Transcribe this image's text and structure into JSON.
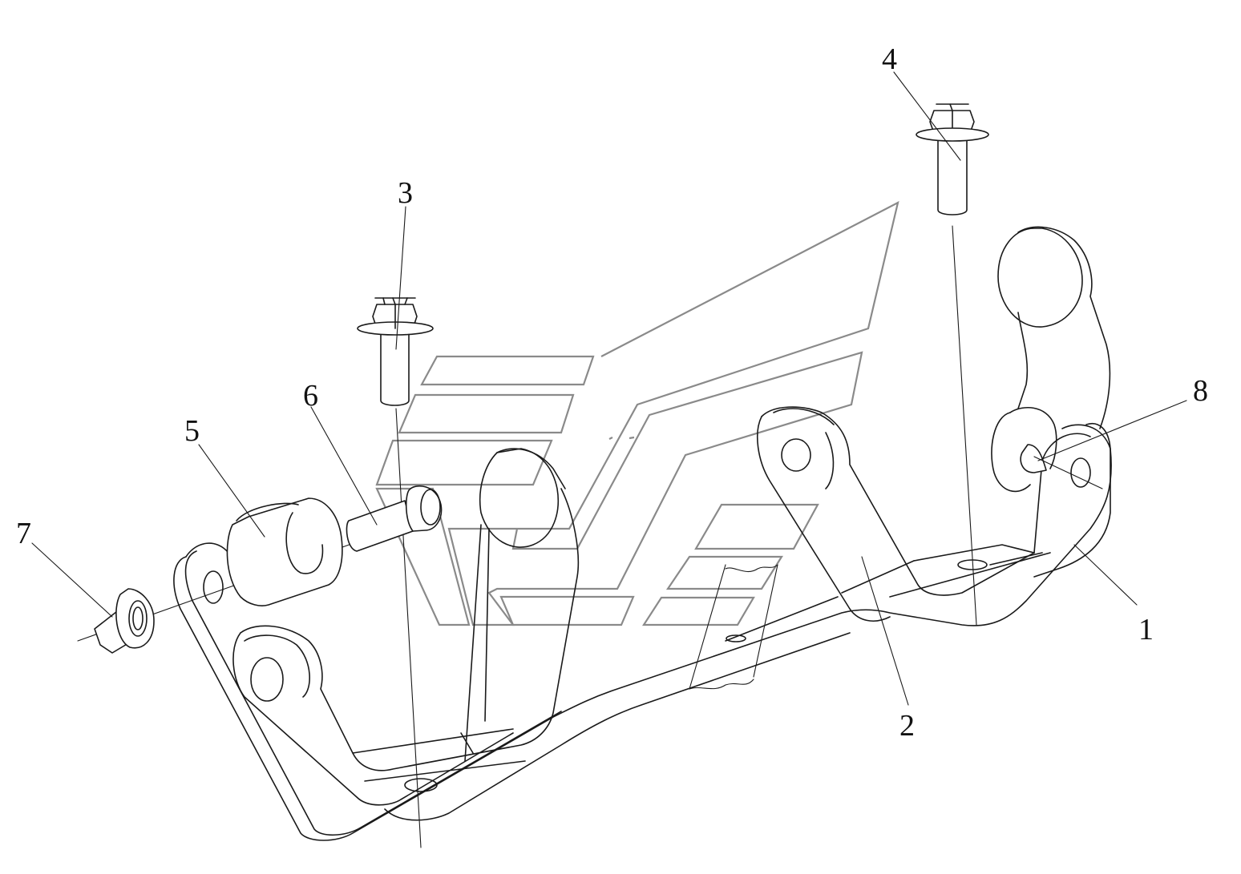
{
  "diagram": {
    "callouts": [
      {
        "id": "1",
        "label": "1"
      },
      {
        "id": "2",
        "label": "2"
      },
      {
        "id": "3",
        "label": "3"
      },
      {
        "id": "4",
        "label": "4"
      },
      {
        "id": "5",
        "label": "5"
      },
      {
        "id": "6",
        "label": "6"
      },
      {
        "id": "7",
        "label": "7"
      },
      {
        "id": "8",
        "label": "8"
      }
    ],
    "colors": {
      "ink": "#1a1a1a",
      "logo": "#8a8a8a",
      "background": "#ffffff"
    }
  }
}
